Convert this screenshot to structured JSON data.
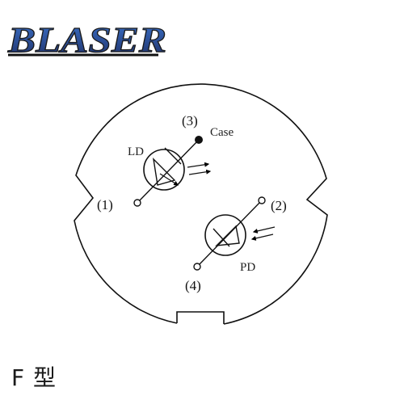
{
  "logo": {
    "text": "BLASER",
    "colors": {
      "primary": "#2a3f7e",
      "accent": "#3b72c9"
    }
  },
  "diagram": {
    "pins": {
      "pin1": "(1)",
      "pin2": "(2)",
      "pin3": "(3)",
      "pin4": "(4)"
    },
    "labels": {
      "case": "Case",
      "ld": "LD",
      "pd": "PD"
    }
  },
  "caption": "F 型"
}
